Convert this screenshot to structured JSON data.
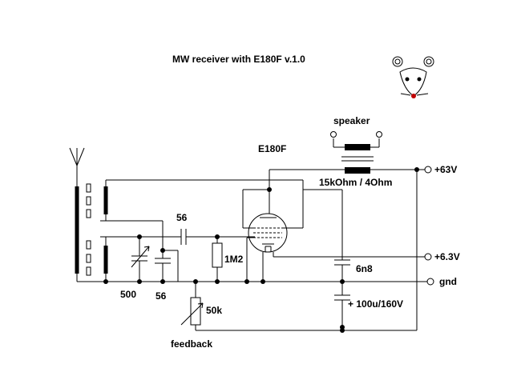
{
  "title": "MW receiver with E180F v.1.0",
  "labels": {
    "tube": "E180F",
    "speaker": "speaker",
    "transformer": "15kOhm / 4Ohm",
    "c_coupling": "56",
    "r_grid": "1M2",
    "c_tuning": "500",
    "c_small": "56",
    "pot": "50k",
    "feedback": "feedback",
    "c_6n8": "6n8",
    "c_electrolytic": "+ 100u/160V"
  },
  "terminals": {
    "v63": "+63V",
    "v63h": "+6.3V",
    "gnd": "gnd"
  },
  "colors": {
    "ink": "#000000",
    "mouse_nose": "#c00000"
  }
}
